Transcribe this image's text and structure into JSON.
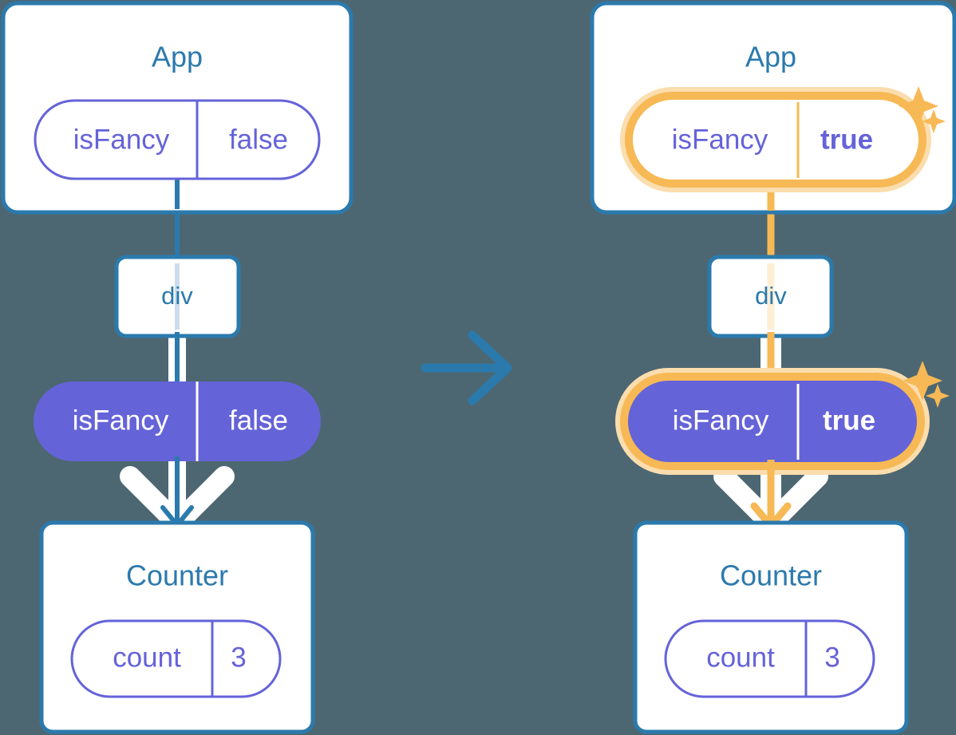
{
  "diagram": {
    "type": "react-state-tree-comparison",
    "background_color": "#4d6772",
    "colors": {
      "box_border": "#2b7aad",
      "box_fill": "#ffffff",
      "title_text": "#2b7aad",
      "pill_outline": "#6563d8",
      "pill_fill": "#6563d8",
      "pill_text_outline": "#6563d8",
      "pill_text_solid": "#ffffff",
      "highlight": "#f7b955",
      "highlight_glow": "#fbddae",
      "connector_blue": "#2b7aad",
      "connector_faded": "#cbdced",
      "connector_white": "#ffffff",
      "arrow_blue": "#2b7aad",
      "arrow_orange": "#f7b955"
    },
    "transition_arrow": {
      "name": "transition-arrow",
      "direction": "right",
      "color": "#2b7aad"
    },
    "panels": [
      {
        "id": "before",
        "app": {
          "title": "App",
          "pill": {
            "key": "isFancy",
            "value": "false",
            "style": "outline",
            "highlighted": false,
            "bold_value": false
          }
        },
        "div": {
          "label": "div"
        },
        "prop_pill": {
          "key": "isFancy",
          "value": "false",
          "style": "solid",
          "highlighted": false,
          "bold_value": false
        },
        "counter": {
          "title": "Counter",
          "pill": {
            "key": "count",
            "value": "3",
            "style": "outline",
            "highlighted": false,
            "bold_value": false
          }
        },
        "flow_color": "#2b7aad",
        "sparkles": false
      },
      {
        "id": "after",
        "app": {
          "title": "App",
          "pill": {
            "key": "isFancy",
            "value": "true",
            "style": "outline",
            "highlighted": true,
            "bold_value": true
          }
        },
        "div": {
          "label": "div"
        },
        "prop_pill": {
          "key": "isFancy",
          "value": "true",
          "style": "solid",
          "highlighted": true,
          "bold_value": true
        },
        "counter": {
          "title": "Counter",
          "pill": {
            "key": "count",
            "value": "3",
            "style": "outline",
            "highlighted": false,
            "bold_value": false
          }
        },
        "flow_color": "#f7b955",
        "sparkles": true
      }
    ]
  }
}
